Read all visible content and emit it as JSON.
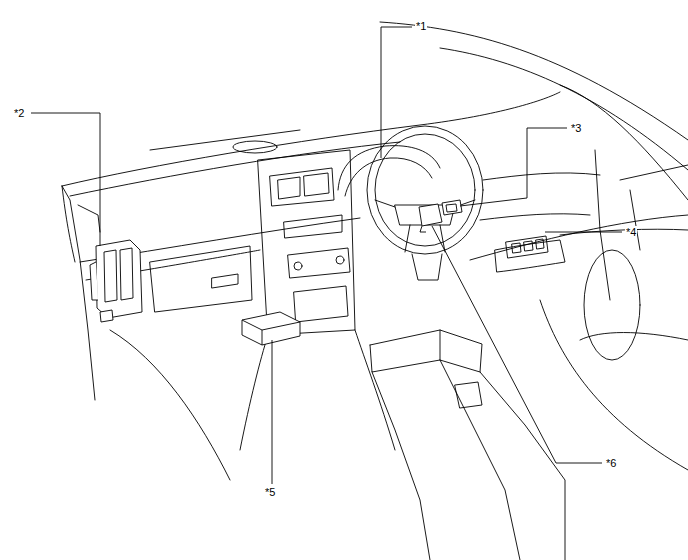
{
  "diagram": {
    "labels": [
      "*1",
      "*2",
      "*3",
      "*4",
      "*5",
      "*6"
    ]
  }
}
